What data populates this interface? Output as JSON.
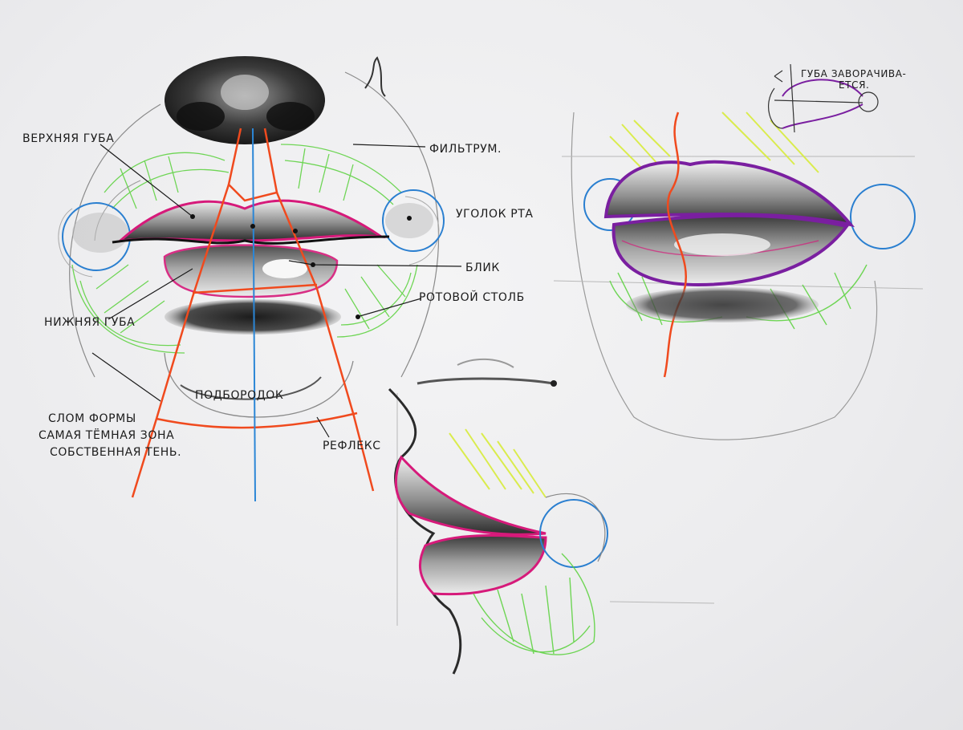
{
  "labels": {
    "upper_lip": "ВЕРХНЯЯ ГУБА",
    "philtrum": "ФИЛЬТРУМ.",
    "mouth_corner": "УГОЛОК РТА",
    "highlight": "БЛИК",
    "mouth_column": "РОТОВОЙ СТОЛБ",
    "lower_lip": "НИЖНЯЯ ГУБА",
    "chin": "ПОДБОРОДОК",
    "form_break": "СЛОМ ФОРМЫ",
    "darkest_zone": "САМАЯ ТЁМНАЯ ЗОНА",
    "own_shadow": "СОБСТВЕННАЯ ТЕНЬ.",
    "reflex": "РЕФЛЕКС",
    "lip_wraps_1": "ГУБА ЗАВОРАЧИВА-",
    "lip_wraps_2": "ЕТСЯ."
  },
  "colors": {
    "graphite": "#2a2a2a",
    "construction_orange": "#f04a1e",
    "lip_magenta": "#d61a7a",
    "contour_purple": "#7a1fa0",
    "cheek_green": "#58d13a",
    "corner_blue": "#2a7fd0",
    "center_blue": "#2b86d6",
    "light_yellow": "#d8ec3c"
  }
}
